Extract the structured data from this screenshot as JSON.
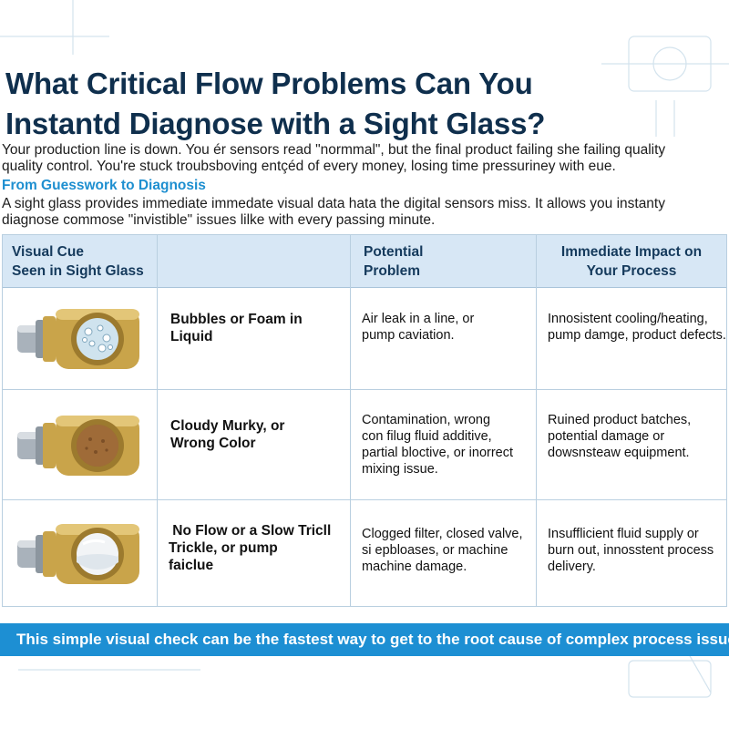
{
  "title": {
    "line1": "What Critical Flow Problems Can You",
    "line2": "Instantd Diagnose with a Sight Glass?"
  },
  "intro": {
    "line1": "Your production line is down. You ér sensors read \"normmal\", but the final product failing she failing quality",
    "line2": "quality control.  You're stuck troubsboving entçéd of every money, losing time pressuriney with eue."
  },
  "subheading": "From Guesswork to Diagnosis",
  "description": {
    "line1": "A sight glass provides immediate immedate visual data hata the digital sensors miss. It allows you instanty",
    "line2": "diagnose commose \"invistible\" issues lilke with every passing minute."
  },
  "table": {
    "headers": {
      "cue": [
        "Visual Cue",
        "Seen in Sight Glass"
      ],
      "problem": [
        "Potential",
        "Problem"
      ],
      "impact": [
        "Immediate Impact on",
        "Your Process"
      ]
    },
    "rows": [
      {
        "image": "sight-glass-bubbles",
        "cue": [
          "Bubbles or Foam in",
          "Liquid"
        ],
        "problem": [
          "Air leak in a line, or",
          "pump caviation."
        ],
        "impact": [
          "Innosistent cooling/heating,",
          "pump damge, product defects."
        ]
      },
      {
        "image": "sight-glass-cloudy",
        "cue": [
          "Cloudy Murky, or",
          "Wrong Color"
        ],
        "problem": [
          "Contamination, wrong",
          "con filug fluid additive,",
          "partial bloctive, or inorrect",
          "mixing issue."
        ],
        "impact": [
          "Ruined product batches,",
          "potential damage or",
          "dowsnsteaw equipment."
        ]
      },
      {
        "image": "sight-glass-empty",
        "cue": [
          " No Flow or a Slow Tricll",
          "Trickle, or pump",
          "faiclue"
        ],
        "problem": [
          "Clogged filter, closed valve,",
          "si еpbloases, or machine",
          "machine damage."
        ],
        "impact": [
          "Insufflicient fluid supply or",
          "burn out, innosstent process",
          "delivery."
        ]
      }
    ]
  },
  "banner": "This simple visual check can be the fastest way to get to the root cause of complex process issues.",
  "colors": {
    "title": "#0f2f4d",
    "subheading": "#1e8fd0",
    "header_bg": "#d7e7f5",
    "banner_bg": "#1d8fd3",
    "brass": "#c9a44a",
    "pipe": "#a9b2bb"
  }
}
